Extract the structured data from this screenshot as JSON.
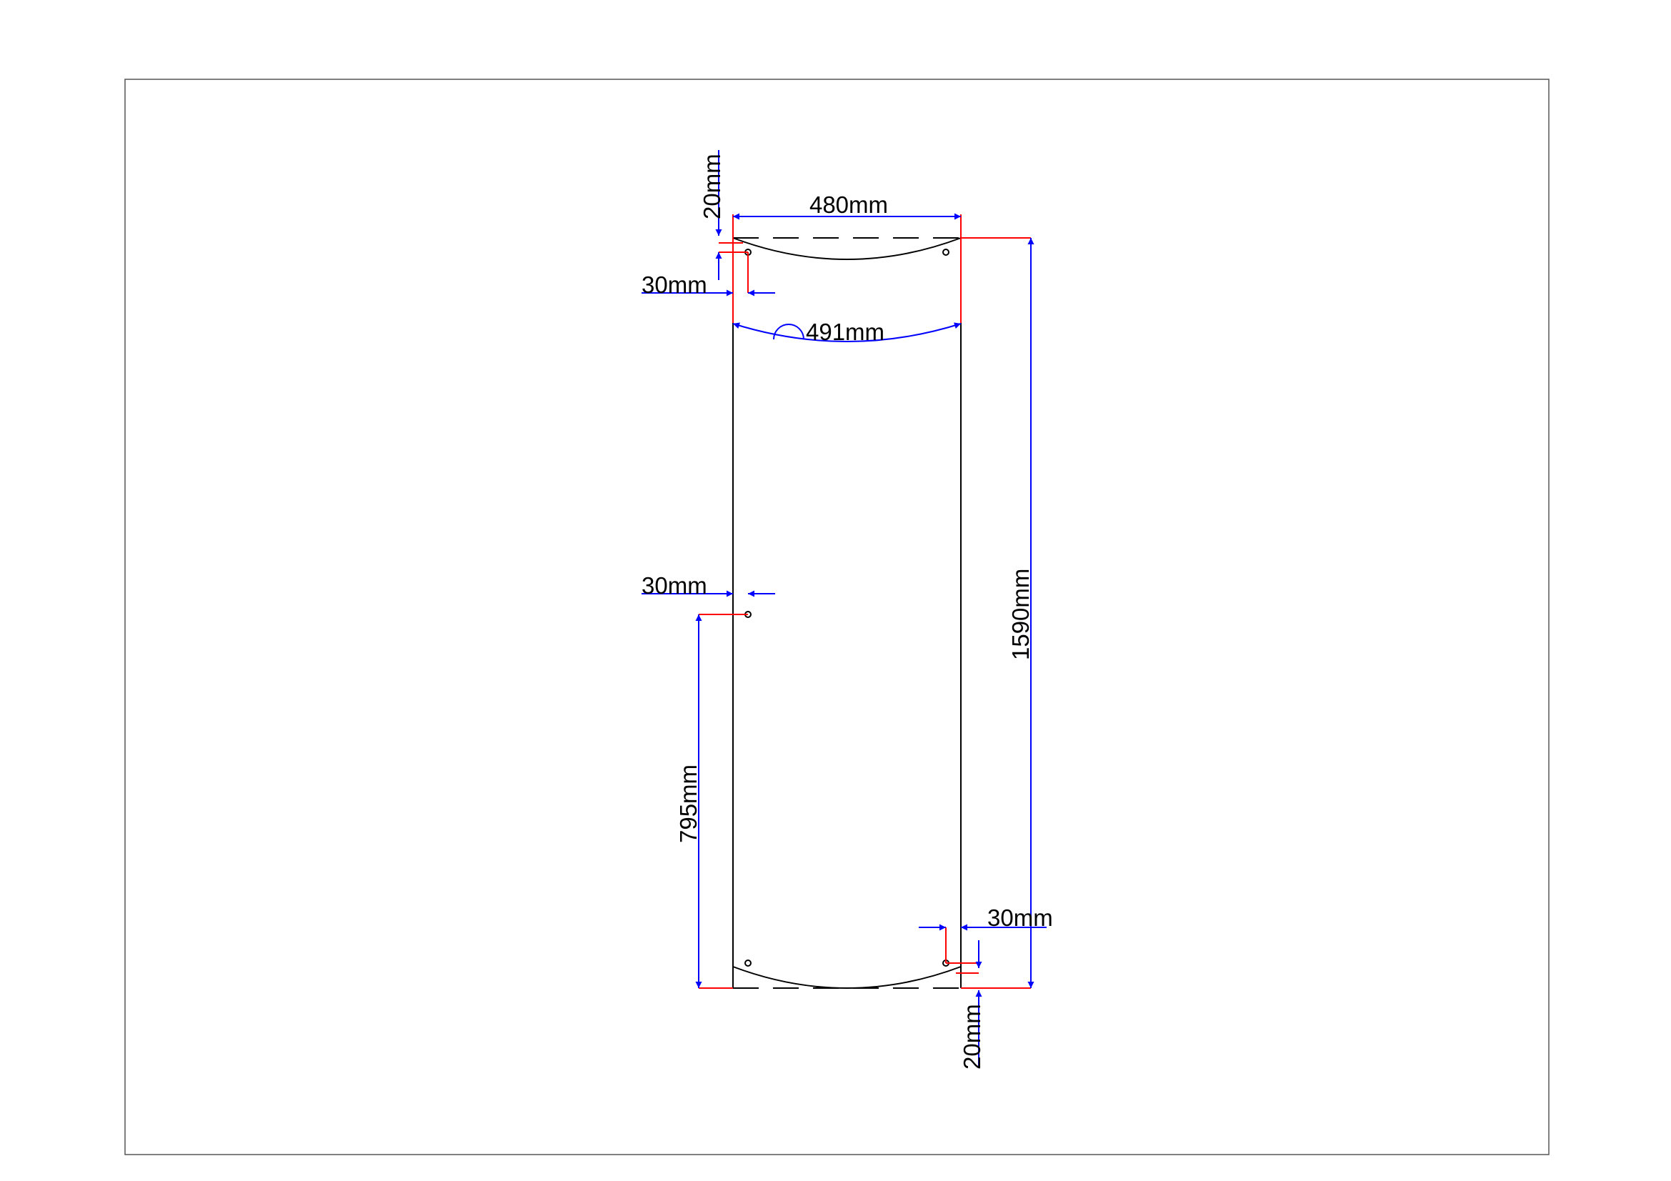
{
  "drawing": {
    "colors": {
      "outline": "#000000",
      "extension": "#ff0000",
      "dimension": "#0000ff",
      "frame": "#555555"
    },
    "dimensions": {
      "top_offset": "20mm",
      "width": "480mm",
      "left_offset_top": "30mm",
      "arc_length": "491mm",
      "left_offset_middle": "30mm",
      "height_total": "1590mm",
      "height_to_middle_hole": "795mm",
      "right_offset_bottom": "30mm",
      "bottom_offset": "20mm"
    }
  }
}
